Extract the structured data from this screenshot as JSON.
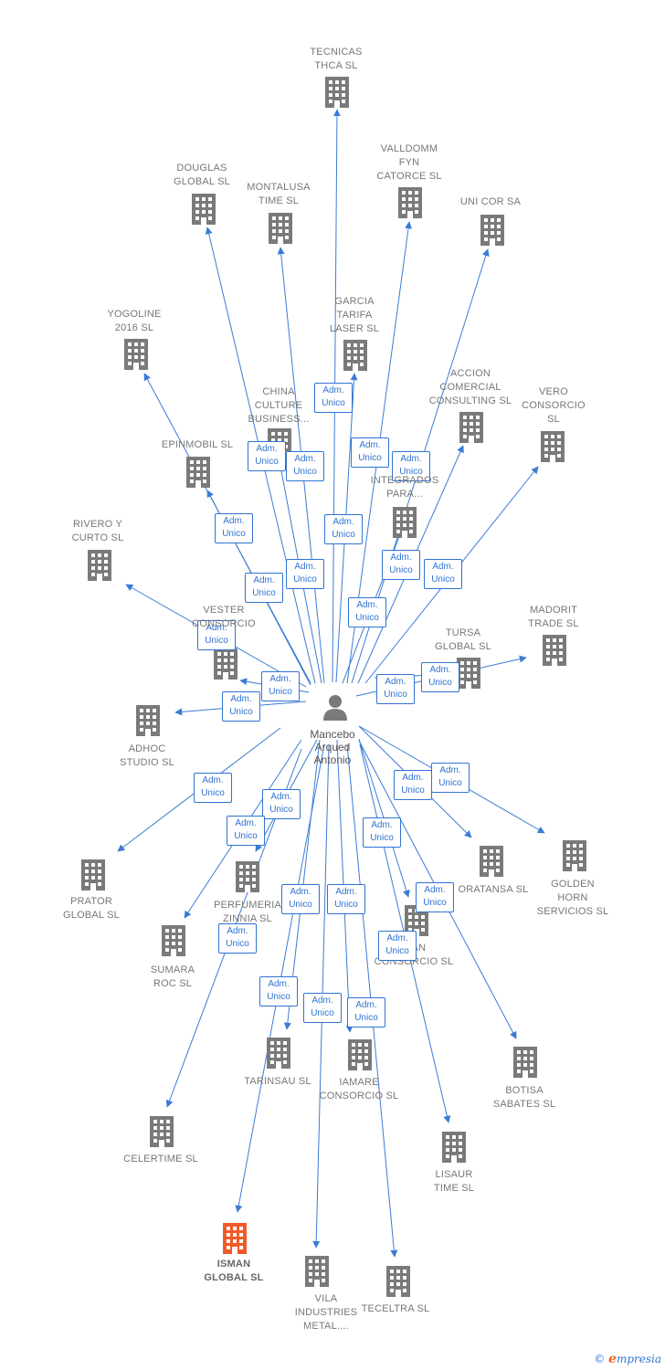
{
  "colors": {
    "edge": "#3a7bd5",
    "building": "#7a7a7a",
    "highlight": "#f05a28",
    "person": "#7a7a7a"
  },
  "center": {
    "name": "Mancebo\nArqued\nAntonio",
    "icon": "person-icon"
  },
  "edge_label": "Adm.\nUnico",
  "companies": [
    {
      "id": "tecnicas-thca",
      "name": "TECNICAS\nTHCA SL"
    },
    {
      "id": "valldomm",
      "name": "VALLDOMM\nFYN\nCATORCE  SL"
    },
    {
      "id": "douglas",
      "name": "DOUGLAS\nGLOBAL  SL"
    },
    {
      "id": "montalusa",
      "name": "MONTALUSA\nTIME  SL"
    },
    {
      "id": "uni-cor",
      "name": "UNI COR SA"
    },
    {
      "id": "garcia-tarifa",
      "name": "GARCIA\nTARIFA\nLASER  SL"
    },
    {
      "id": "yogoline",
      "name": "YOGOLINE\n2016  SL"
    },
    {
      "id": "accion-comercial",
      "name": "ACCION\nCOMERCIAL\nCONSULTING SL"
    },
    {
      "id": "vero",
      "name": "VERO\nCONSORCIO\nSL"
    },
    {
      "id": "china-culture",
      "name": "CHINA\nCULTURE\nBUSINESS..."
    },
    {
      "id": "epinmobil",
      "name": "EPINMOBIL SL"
    },
    {
      "id": "integrados",
      "name": "INTEGRADOS\nPARA..."
    },
    {
      "id": "rivero",
      "name": "RIVERO Y\nCURTO  SL"
    },
    {
      "id": "madorit",
      "name": "MADORIT\nTRADE  SL"
    },
    {
      "id": "vester",
      "name": "VESTER\nCONSORCIO"
    },
    {
      "id": "tursa",
      "name": "TURSA\nGLOBAL SL"
    },
    {
      "id": "adhoc",
      "name": "ADHOC\nSTUDIO SL"
    },
    {
      "id": "prator",
      "name": "PRATOR\nGLOBAL SL"
    },
    {
      "id": "perfumeria",
      "name": "PERFUMERIA\nZINNIA SL"
    },
    {
      "id": "oratansa",
      "name": "ORATANSA SL"
    },
    {
      "id": "golden-horn",
      "name": "GOLDEN\nHORN\nSERVICIOS  SL"
    },
    {
      "id": "sumara",
      "name": "SUMARA\nROC SL"
    },
    {
      "id": "vian",
      "name": "VIAN\nCONSORCIO SL"
    },
    {
      "id": "botisa",
      "name": "BOTISA\nSABATES SL"
    },
    {
      "id": "tarinsau",
      "name": "TARINSAU SL"
    },
    {
      "id": "iamare",
      "name": "IAMARE\nCONSORCIO SL"
    },
    {
      "id": "celertime",
      "name": "CELERTIME SL"
    },
    {
      "id": "lisaur",
      "name": "LISAUR\nTIME  SL"
    },
    {
      "id": "isman",
      "name": "ISMAN\nGLOBAL  SL",
      "highlight": true
    },
    {
      "id": "vila",
      "name": "VILA\nINDUSTRIES\nMETAL...."
    },
    {
      "id": "teceltra",
      "name": "TECELTRA SL"
    }
  ],
  "footer": {
    "copyright": "©",
    "brand_initial": "e",
    "brand_rest": "mpresia"
  }
}
